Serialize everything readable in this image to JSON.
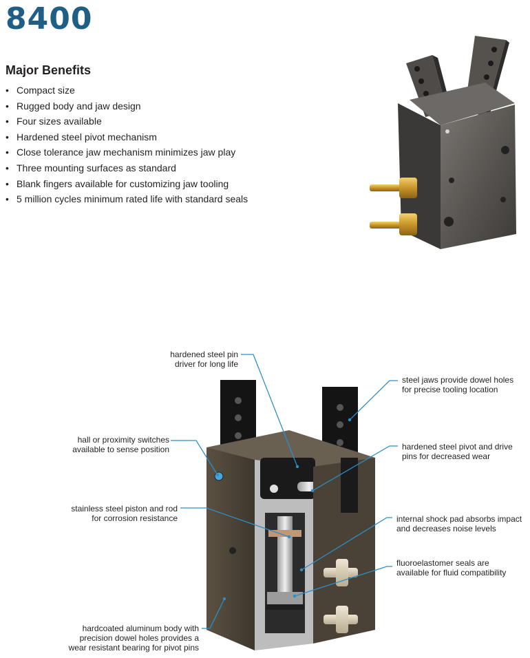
{
  "header": {
    "model": "8400"
  },
  "benefits": {
    "title": "Major Benefits",
    "items": [
      "Compact size",
      "Rugged body and jaw design",
      "Four sizes available",
      "Hardened steel pivot mechanism",
      "Close tolerance jaw mechanism minimizes jaw play",
      "Three mounting surfaces as standard",
      "Blank fingers available for customizing jaw tooling",
      "5 million cycles minimum rated life with standard seals"
    ]
  },
  "callouts": {
    "pin_driver": [
      "hardened steel pin",
      "driver for long life"
    ],
    "jaws": [
      "steel jaws provide dowel holes",
      "for precise tooling location"
    ],
    "switches": [
      "hall or proximity switches",
      "available to sense position"
    ],
    "pivot": [
      "hardened steel pivot and drive",
      "pins for decreased wear"
    ],
    "piston": [
      "stainless steel piston and rod",
      "for corrosion resistance"
    ],
    "shock_pad": [
      "internal shock pad absorbs impact",
      "and decreases noise levels"
    ],
    "seals": [
      "fluoroelastomer seals are",
      "available for fluid compatibility"
    ],
    "body": [
      "hardcoated aluminum body with",
      "precision dowel holes provides a",
      "wear resistant bearing for pivot pins"
    ]
  },
  "colors": {
    "brand": "#1f5f86",
    "leader": "#2a8fc8"
  }
}
